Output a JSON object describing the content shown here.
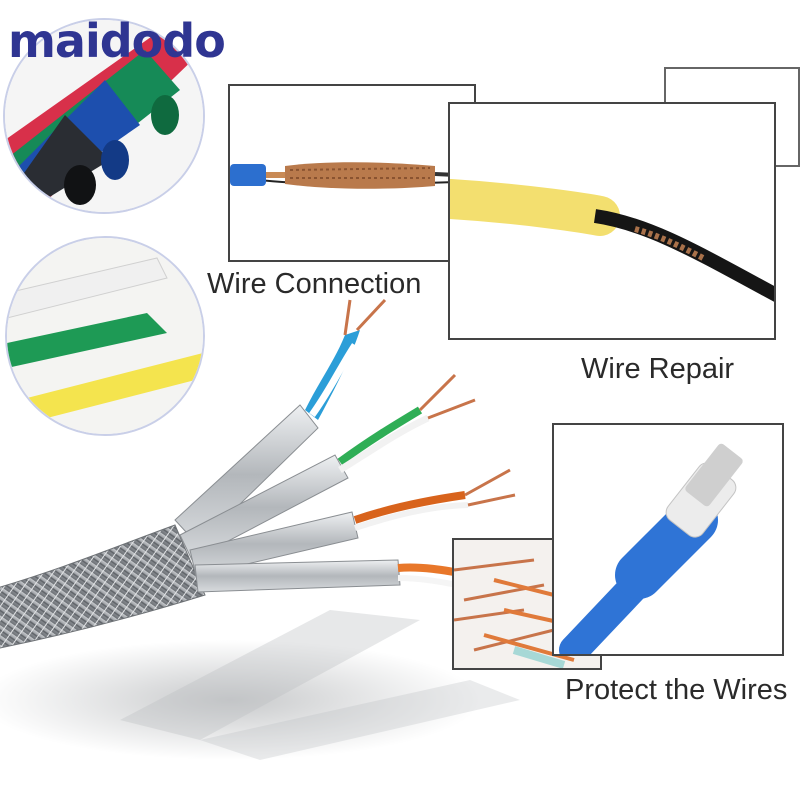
{
  "brand": {
    "name": "maidodo"
  },
  "labels": {
    "wire_connection": "Wire Connection",
    "wire_repair": "Wire Repair",
    "protect_wires": "Protect the Wires"
  },
  "colors": {
    "brand": "#2f3592",
    "tube_black": "#2a2d33",
    "tube_blue": "#1d4fae",
    "tube_green": "#168a57",
    "tube_red": "#d8304a",
    "yellow_sleeve": "#f3df6f",
    "blue_sleeve": "#2f74d6"
  }
}
